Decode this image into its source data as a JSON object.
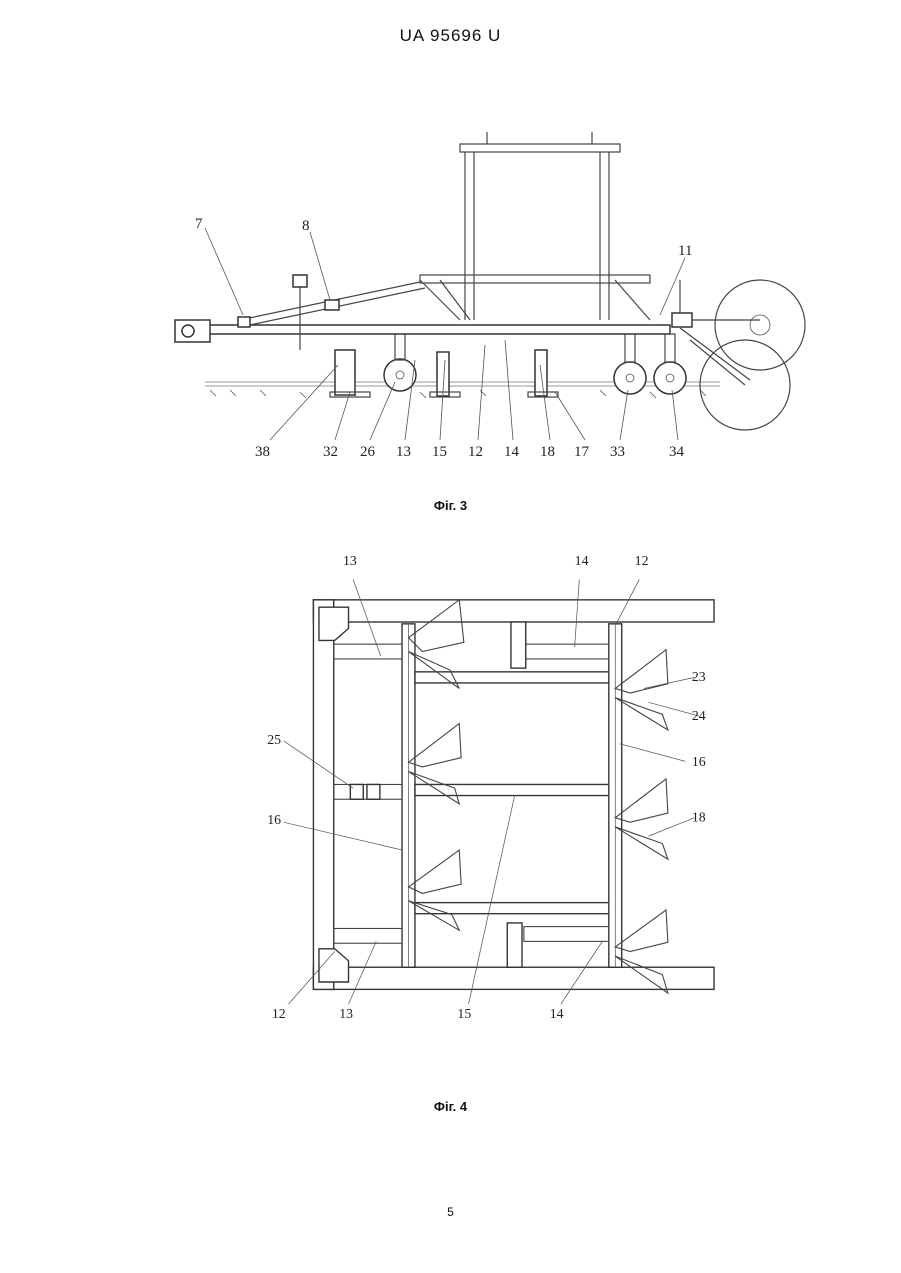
{
  "document": {
    "header": "UA   95696   U",
    "page_number": "5"
  },
  "figures": [
    {
      "caption": "Фіг. 3",
      "labels": [
        "7",
        "8",
        "11",
        "38",
        "32",
        "26",
        "13",
        "15",
        "12",
        "14",
        "18",
        "17",
        "33",
        "34"
      ]
    },
    {
      "caption": "Фіг. 4",
      "labels": [
        "13",
        "14",
        "12",
        "23",
        "24",
        "25",
        "16",
        "16",
        "18",
        "12",
        "13",
        "15",
        "14"
      ]
    }
  ]
}
